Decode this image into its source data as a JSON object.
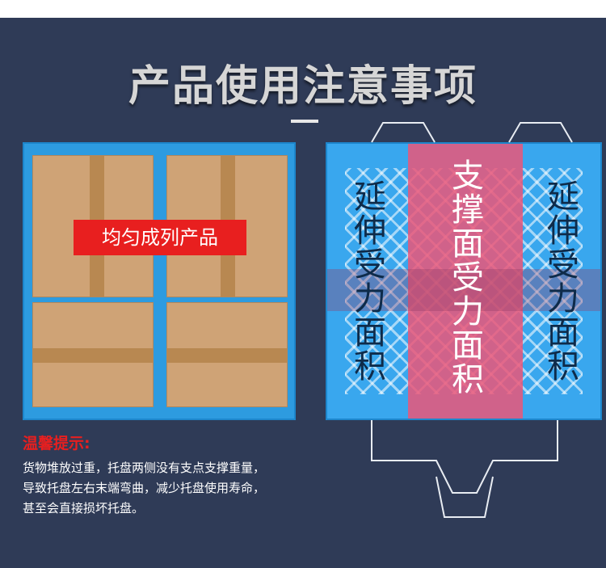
{
  "page": {
    "title": "产品使用注意事项"
  },
  "left_pallet": {
    "label": "均匀成列产品"
  },
  "right_pallet": {
    "left_label": "延伸受力面积",
    "middle_label": "支撑面受力面积",
    "right_label": "延伸受力面积"
  },
  "tips": {
    "title": "温馨提示:",
    "lines": [
      "货物堆放过重，托盘两侧没有支点支撑重量，",
      "导致托盘左右末端弯曲，减少托盘使用寿命，",
      "甚至会直接损坏托盘。"
    ]
  },
  "colors": {
    "panel_bg": "#2f3b57",
    "pallet_blue": "#2d9be0",
    "carton": "#cfa376",
    "tape": "#b88851",
    "warning_red": "#e81f1f",
    "support_pink": "#eb5678"
  },
  "icons": [
    "carton-box-icon",
    "pallet-outline-icon",
    "forklift-outline-icon"
  ]
}
